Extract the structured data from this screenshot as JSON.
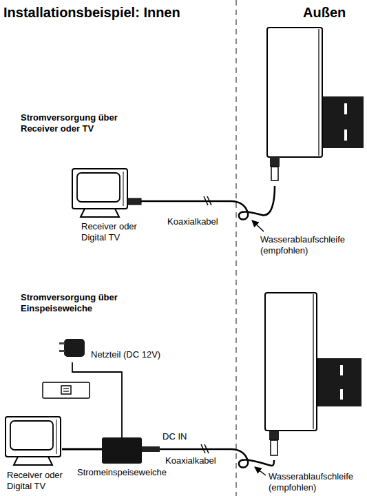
{
  "diagram": {
    "title": "Installationsbeispiel: Innen",
    "nodes": [
      {
        "text": [
          "Receiver oder Digital TV"
        ]
      },
      {
        "text": [
          "Netzteil (DC 12V)"
        ]
      },
      {
        "text": [
          "Receiver oder Digital TV"
        ]
      },
      {
        "text": [
          "Stromeinspeiseweiche"
        ]
      }
    ],
    "edges": [
      {
        "from": 1,
        "to": 3,
        "arrow": "none"
      },
      {
        "from": 3,
        "to": 2,
        "arrow": "none"
      }
    ],
    "labels": [
      "Außen",
      "Stromversorgung über Receiver oder TV",
      "Koaxialkabel",
      "Wasserablaufschleife (empfohlen)",
      "Stromversorgung über Einspeiseweiche",
      "DC IN",
      "Koaxialkabel",
      "Wasserablaufschleife (empfohlen)"
    ]
  }
}
